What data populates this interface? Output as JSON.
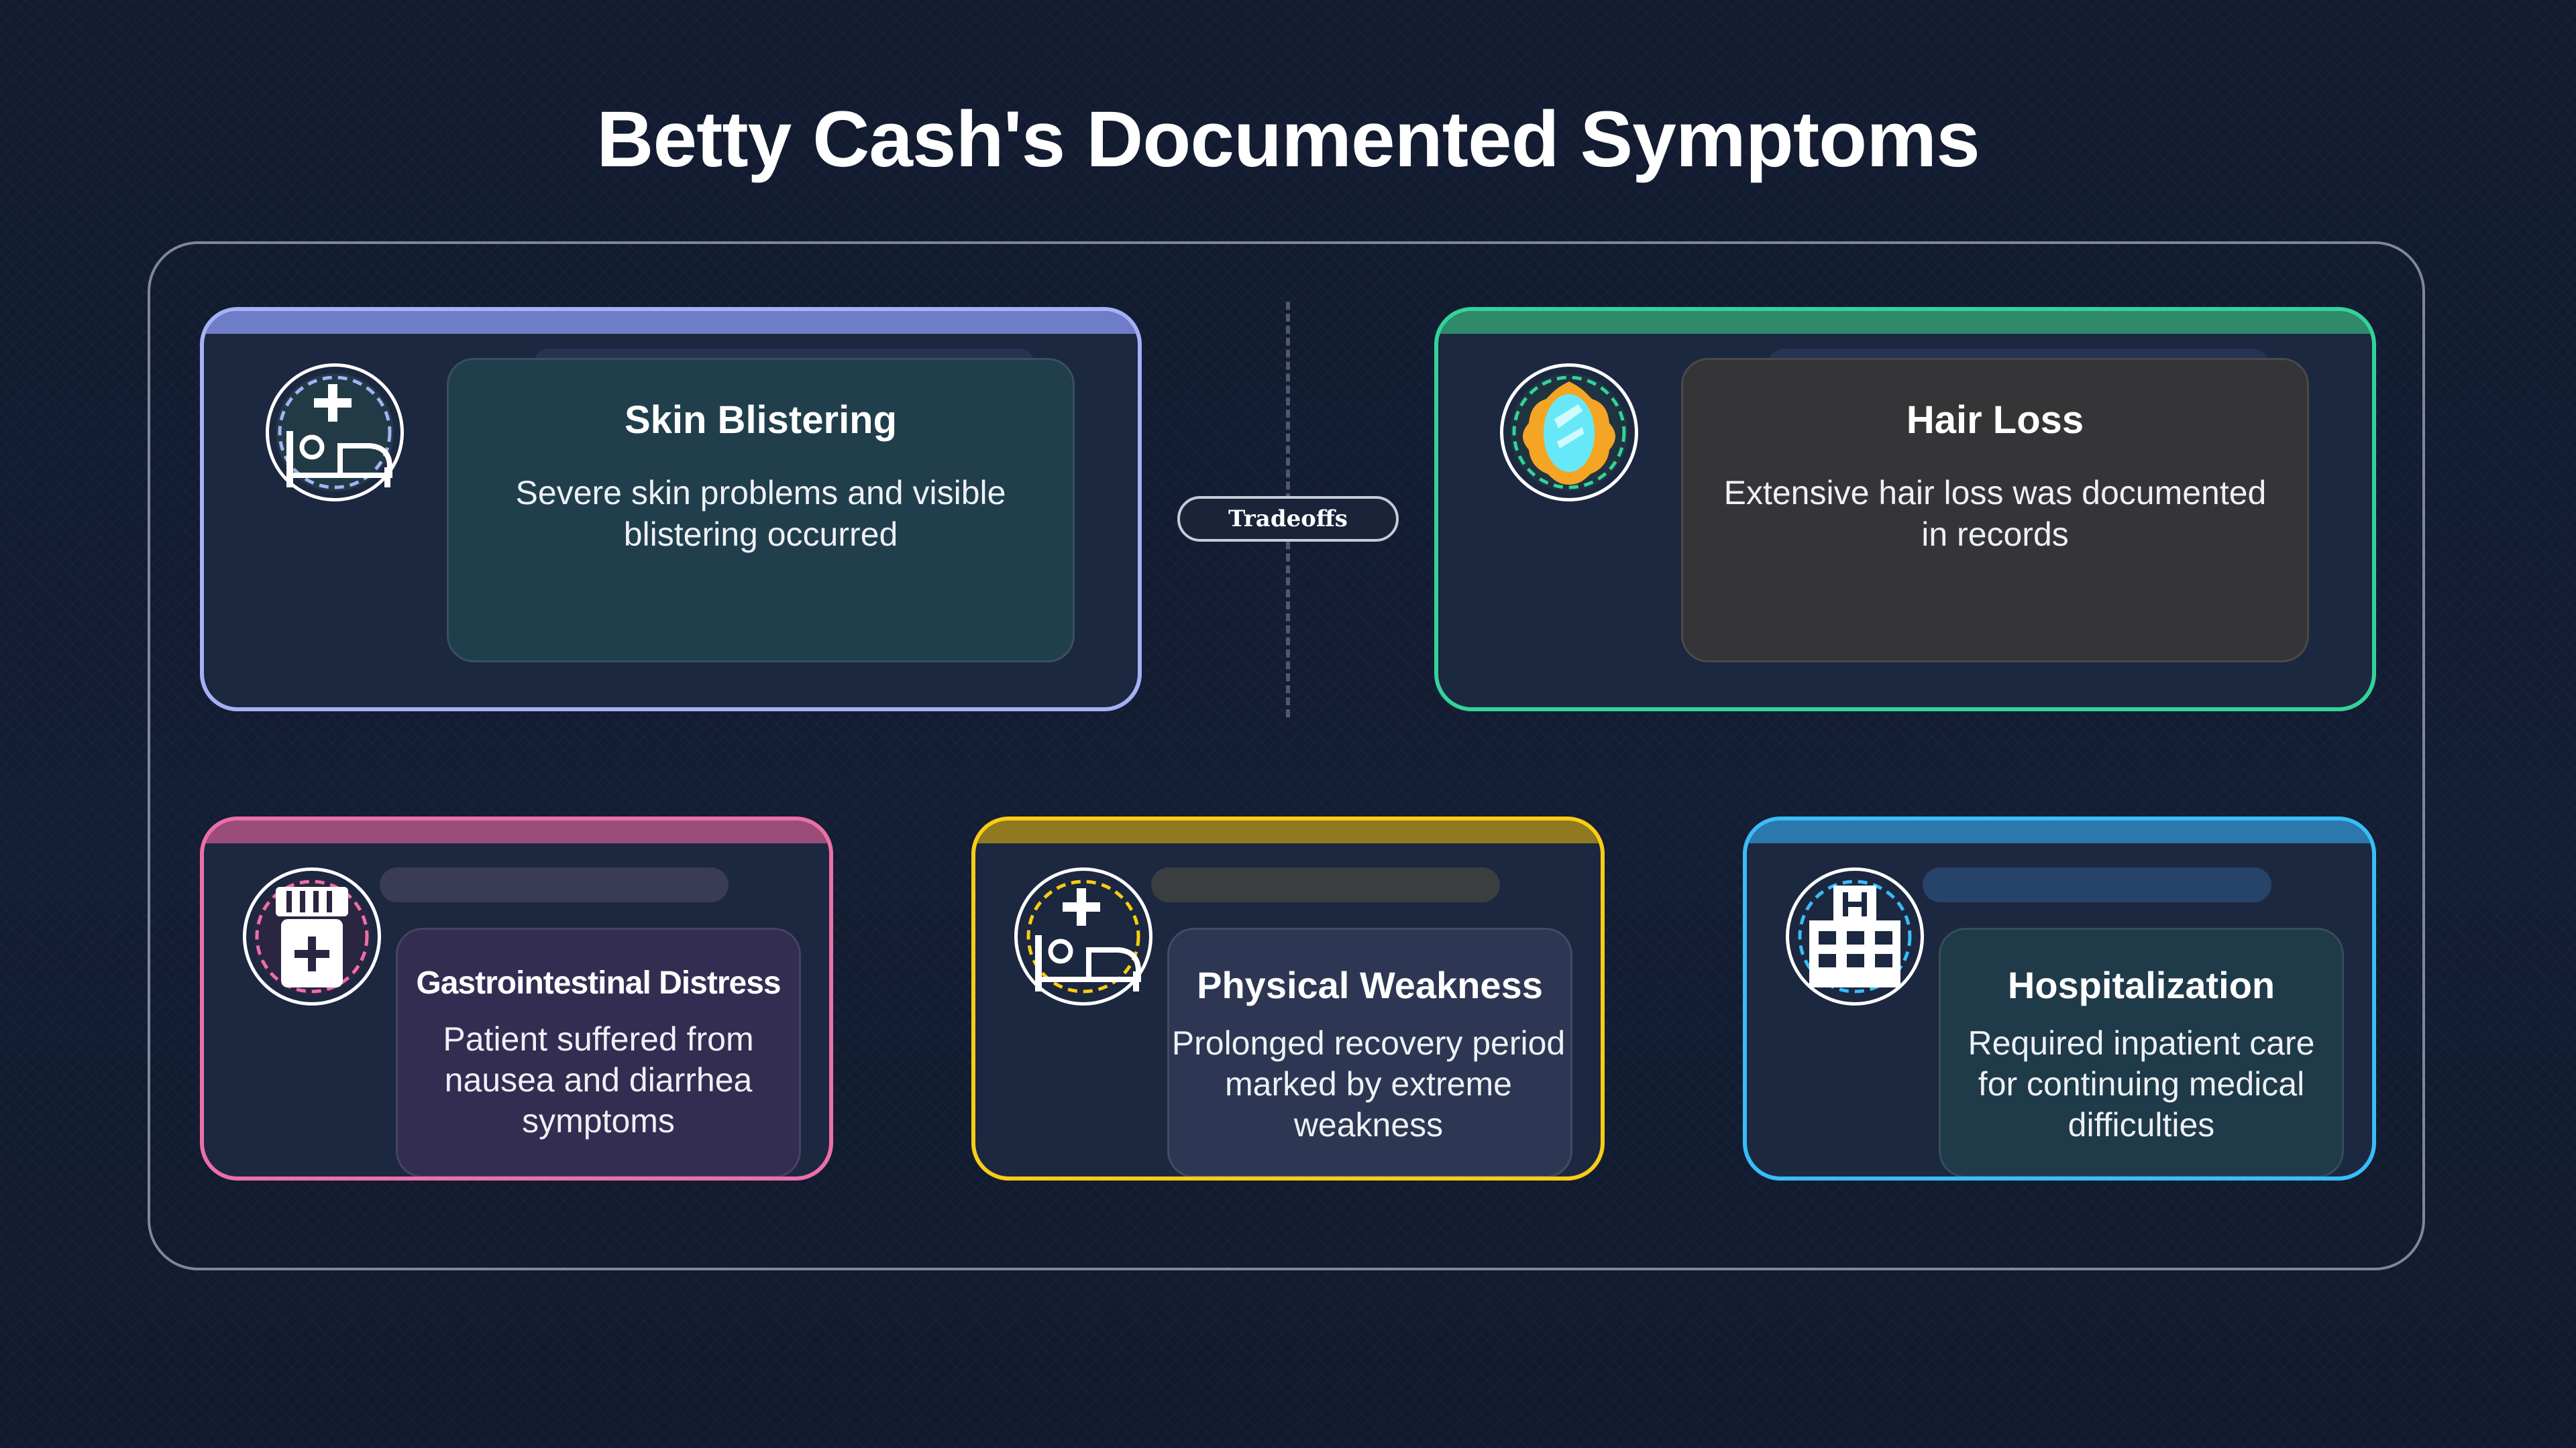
{
  "title": "Betty Cash's Documented Symptoms",
  "divider_label": "Tradeoffs",
  "colors": {
    "background": "#111a2e",
    "card_background": "#1c2740",
    "frame": "#7e879b",
    "skin_blistering": "#a5b1f5",
    "hair_loss": "#34d399",
    "gastrointestinal": "#ec6fa8",
    "physical_weakness": "#facc15",
    "hospitalization": "#38bdf8"
  },
  "cards": [
    {
      "id": "skin-blistering",
      "title": "Skin Blistering",
      "description": "Severe skin problems and visible blistering occurred",
      "icon": "hospital-bed-icon",
      "accent": "#a5b1f5"
    },
    {
      "id": "hair-loss",
      "title": "Hair Loss",
      "description": "Extensive hair loss was documented in records",
      "icon": "mirror-icon",
      "accent": "#34d399"
    },
    {
      "id": "gastrointestinal-distress",
      "title": "Gastrointestinal Distress",
      "description": "Patient suffered from nausea and diarrhea symptoms",
      "icon": "medicine-bottle-icon",
      "accent": "#ec6fa8"
    },
    {
      "id": "physical-weakness",
      "title": "Physical Weakness",
      "description": "Prolonged recovery period marked by extreme weakness",
      "icon": "hospital-bed-icon",
      "accent": "#facc15"
    },
    {
      "id": "hospitalization",
      "title": "Hospitalization",
      "description": "Required inpatient care for continuing medical difficulties",
      "icon": "hospital-building-icon",
      "accent": "#38bdf8"
    }
  ]
}
